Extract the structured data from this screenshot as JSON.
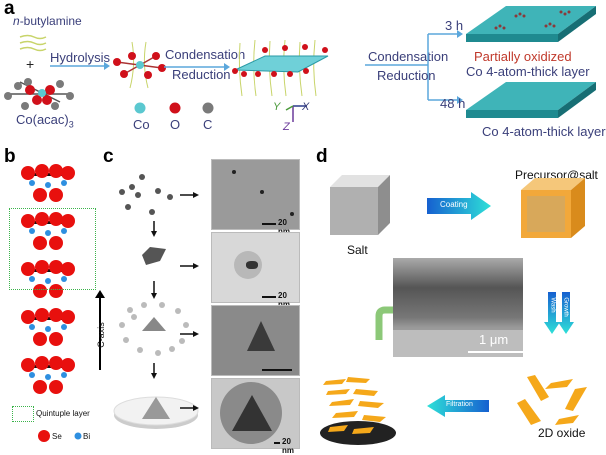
{
  "panels": {
    "a": {
      "label": "a",
      "reagent_top": "n-butylamine",
      "reagent_top_italic": "n",
      "reagent_top_rest": "-butylamine",
      "plus": "+",
      "reagent_bottom": "Co(acac)",
      "reagent_bottom_sub": "3",
      "step1": "Hydrolysis",
      "step2_top": "Condensation",
      "step2_bottom": "Reduction",
      "step3_top": "Condensation",
      "step3_bottom": "Reduction",
      "legend": [
        {
          "symbol": "Co",
          "color": "#5bc8d0"
        },
        {
          "symbol": "O",
          "color": "#d0101a"
        },
        {
          "symbol": "C",
          "color": "#7a7a7a"
        }
      ],
      "axes": {
        "y": "Y",
        "x": "X",
        "z": "Z"
      },
      "branch_times": [
        "3 h",
        "48 h"
      ],
      "product_top_line1": "Partially oxidized",
      "product_top_line2": "Co 4-atom-thick layer",
      "product_bottom": "Co 4-atom-thick layer"
    },
    "b": {
      "label": "b",
      "axis_label": "C-axis",
      "legend_box": "Quintuple layer",
      "legend_atoms": [
        {
          "symbol": "Se",
          "color": "#e8100e"
        },
        {
          "symbol": "Bi",
          "color": "#2e8fe0"
        }
      ]
    },
    "c": {
      "label": "c",
      "scale_labels": [
        "20 nm",
        "20 nm",
        "",
        "20 nm"
      ]
    },
    "d": {
      "label": "d",
      "salt": "Salt",
      "precursor": "Precursor@salt",
      "coating": "Coating",
      "wash": "Wash",
      "growth": "Growth",
      "scale": "1 μm",
      "filtration": "Filtration",
      "oxide": "2D oxide"
    }
  }
}
